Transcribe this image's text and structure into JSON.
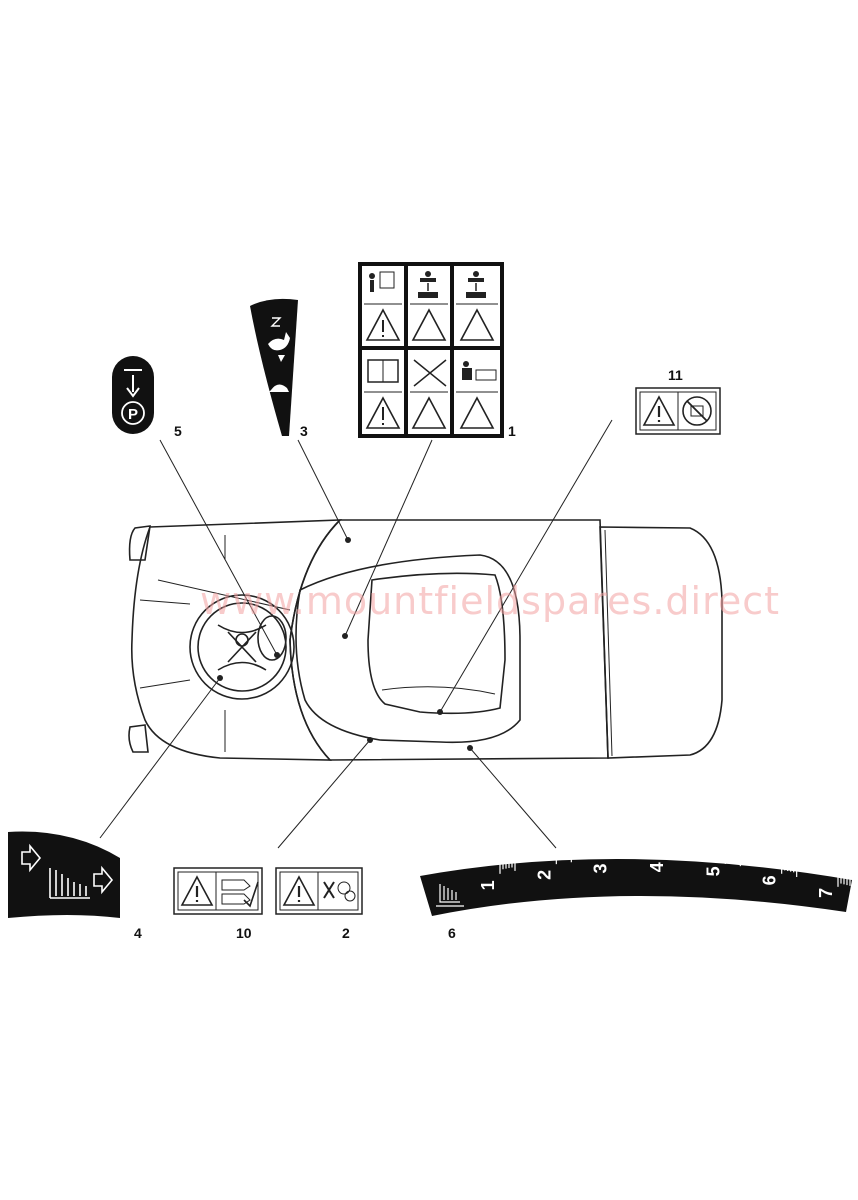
{
  "watermark": "www.mountfieldspares.direct",
  "callouts": {
    "c1": "1",
    "c2": "2",
    "c3": "3",
    "c4": "4",
    "c5": "5",
    "c6": "6",
    "c10": "10",
    "c11": "11"
  },
  "height_scale": {
    "labels": [
      "1",
      "2",
      "3",
      "4",
      "5",
      "6",
      "7"
    ]
  },
  "colors": {
    "ink": "#222222",
    "decal_black": "#111111",
    "watermark": "#f2a0a0"
  },
  "icons": {
    "parking_brake": "parking-brake-icon",
    "speed": "rabbit-turtle-speed-icon",
    "warning": "warning-triangle-icon",
    "cutting_height": "cutting-height-icon"
  }
}
